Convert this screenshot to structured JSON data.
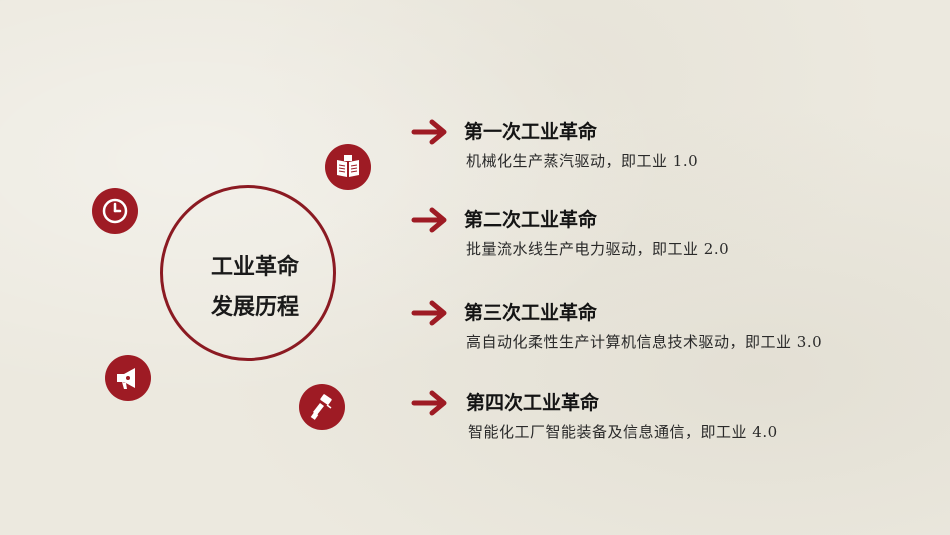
{
  "center": {
    "line1": "工业革命",
    "line2": "发展历程"
  },
  "colors": {
    "accent": "#9e1b24",
    "ring": "#8b1a22",
    "background": "#ece9df"
  },
  "icons": [
    "clock-icon",
    "book-icon",
    "megaphone-icon",
    "paint-roller-icon",
    "arrow-right-icon"
  ],
  "revolutions": [
    {
      "title": "第一次工业革命",
      "desc": "机械化生产蒸汽驱动，即工业 1.0"
    },
    {
      "title": "第二次工业革命",
      "desc": "批量流水线生产电力驱动，即工业 2.0"
    },
    {
      "title": "第三次工业革命",
      "desc": "高自动化柔性生产计算机信息技术驱动，即工业 3.0"
    },
    {
      "title": "第四次工业革命",
      "desc": "智能化工厂智能装备及信息通信，即工业 4.0"
    }
  ]
}
